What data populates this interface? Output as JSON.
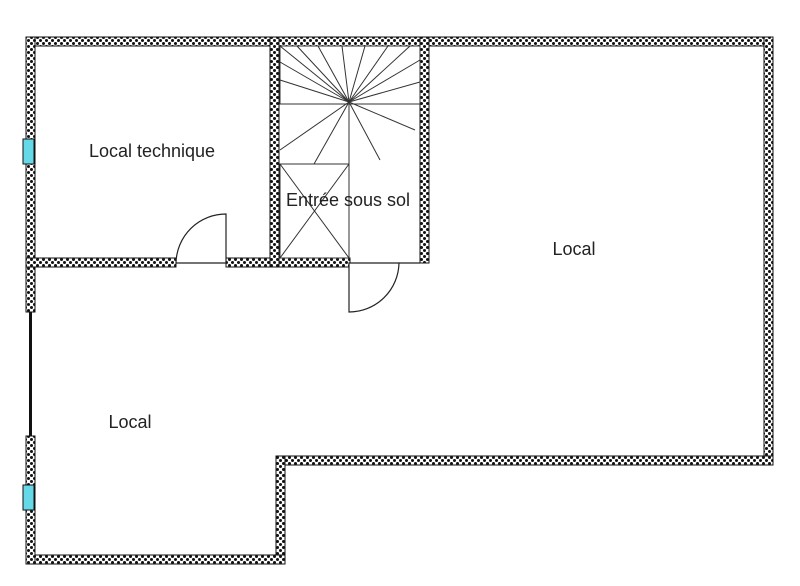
{
  "plan": {
    "rooms": {
      "technical_room": "Local technique",
      "basement_entry": "Entrée sous sol",
      "right_room": "Local",
      "left_room": "Local"
    },
    "colors": {
      "wall_fill": "#ffffff",
      "wall_pattern": "#111111",
      "window": "#66d9e8",
      "stair_line": "#333333",
      "door_line": "#222222"
    }
  }
}
